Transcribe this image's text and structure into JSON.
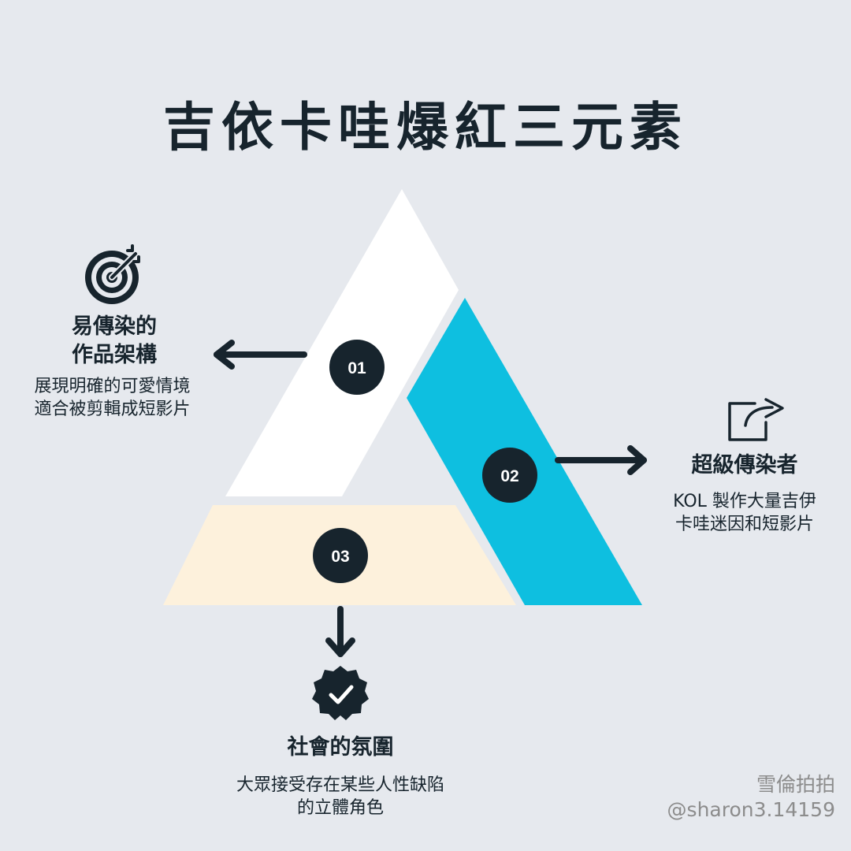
{
  "title": "吉依卡哇爆紅三元素",
  "items": [
    {
      "number": "01",
      "heading_line1": "易傳染的",
      "heading_line2": "作品架構",
      "desc_line1": "展現明確的可愛情境",
      "desc_line2": "適合被剪輯成短影片",
      "icon": "target-icon"
    },
    {
      "number": "02",
      "heading": "超級傳染者",
      "desc_line1": "KOL 製作大量吉伊",
      "desc_line2": "卡哇迷因和短影片",
      "icon": "share-icon"
    },
    {
      "number": "03",
      "heading": "社會的氛圍",
      "desc_line1": "大眾接受存在某些人性缺陷",
      "desc_line2": "的立體角色",
      "icon": "verified-badge-icon"
    }
  ],
  "credit": {
    "name": "雪倫拍拍",
    "handle": "@sharon3.14159"
  },
  "colors": {
    "background": "#e6e9ee",
    "dark": "#17242d",
    "segment1": "#ffffff",
    "segment2": "#0ebfe0",
    "segment3": "#fdf1dc"
  }
}
